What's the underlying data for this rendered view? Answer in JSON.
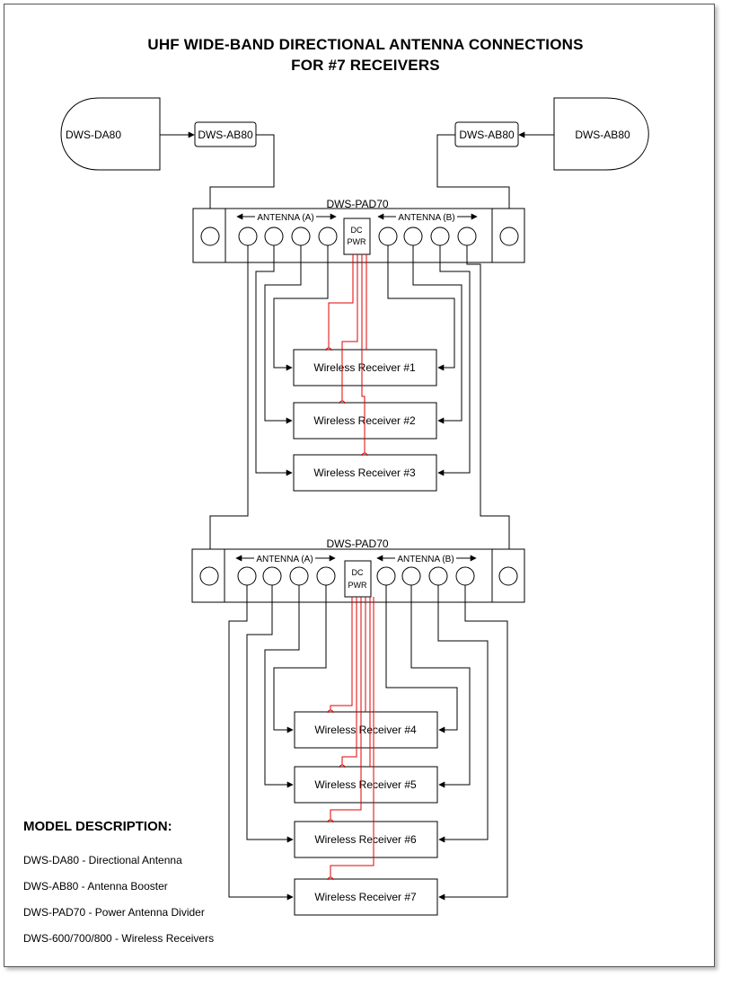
{
  "title": {
    "line1": "UHF WIDE-BAND DIRECTIONAL ANTENNA CONNECTIONS",
    "line2": "FOR #7 RECEIVERS"
  },
  "antennas": {
    "left": "DWS-DA80",
    "right": "DWS-AB80"
  },
  "boosters": {
    "left": "DWS-AB80",
    "right": "DWS-AB80"
  },
  "dividers": [
    {
      "label": "DWS-PAD70",
      "antenna_a": "ANTENNA (A)",
      "antenna_b": "ANTENNA (B)",
      "power_line1": "DC",
      "power_line2": "PWR"
    },
    {
      "label": "DWS-PAD70",
      "antenna_a": "ANTENNA (A)",
      "antenna_b": "ANTENNA (B)",
      "power_line1": "DC",
      "power_line2": "PWR"
    }
  ],
  "receivers": [
    "Wireless Receiver #1",
    "Wireless Receiver #2",
    "Wireless Receiver #3",
    "Wireless Receiver #4",
    "Wireless Receiver #5",
    "Wireless Receiver #6",
    "Wireless Receiver #7"
  ],
  "legend": {
    "title": "MODEL DESCRIPTION:",
    "items": [
      "DWS-DA80 - Directional Antenna",
      "DWS-AB80 - Antenna Booster",
      "DWS-PAD70 - Power Antenna Divider",
      "DWS-600/700/800 - Wireless Receivers"
    ]
  },
  "colors": {
    "power_line": "#e00000",
    "line": "#000000"
  }
}
